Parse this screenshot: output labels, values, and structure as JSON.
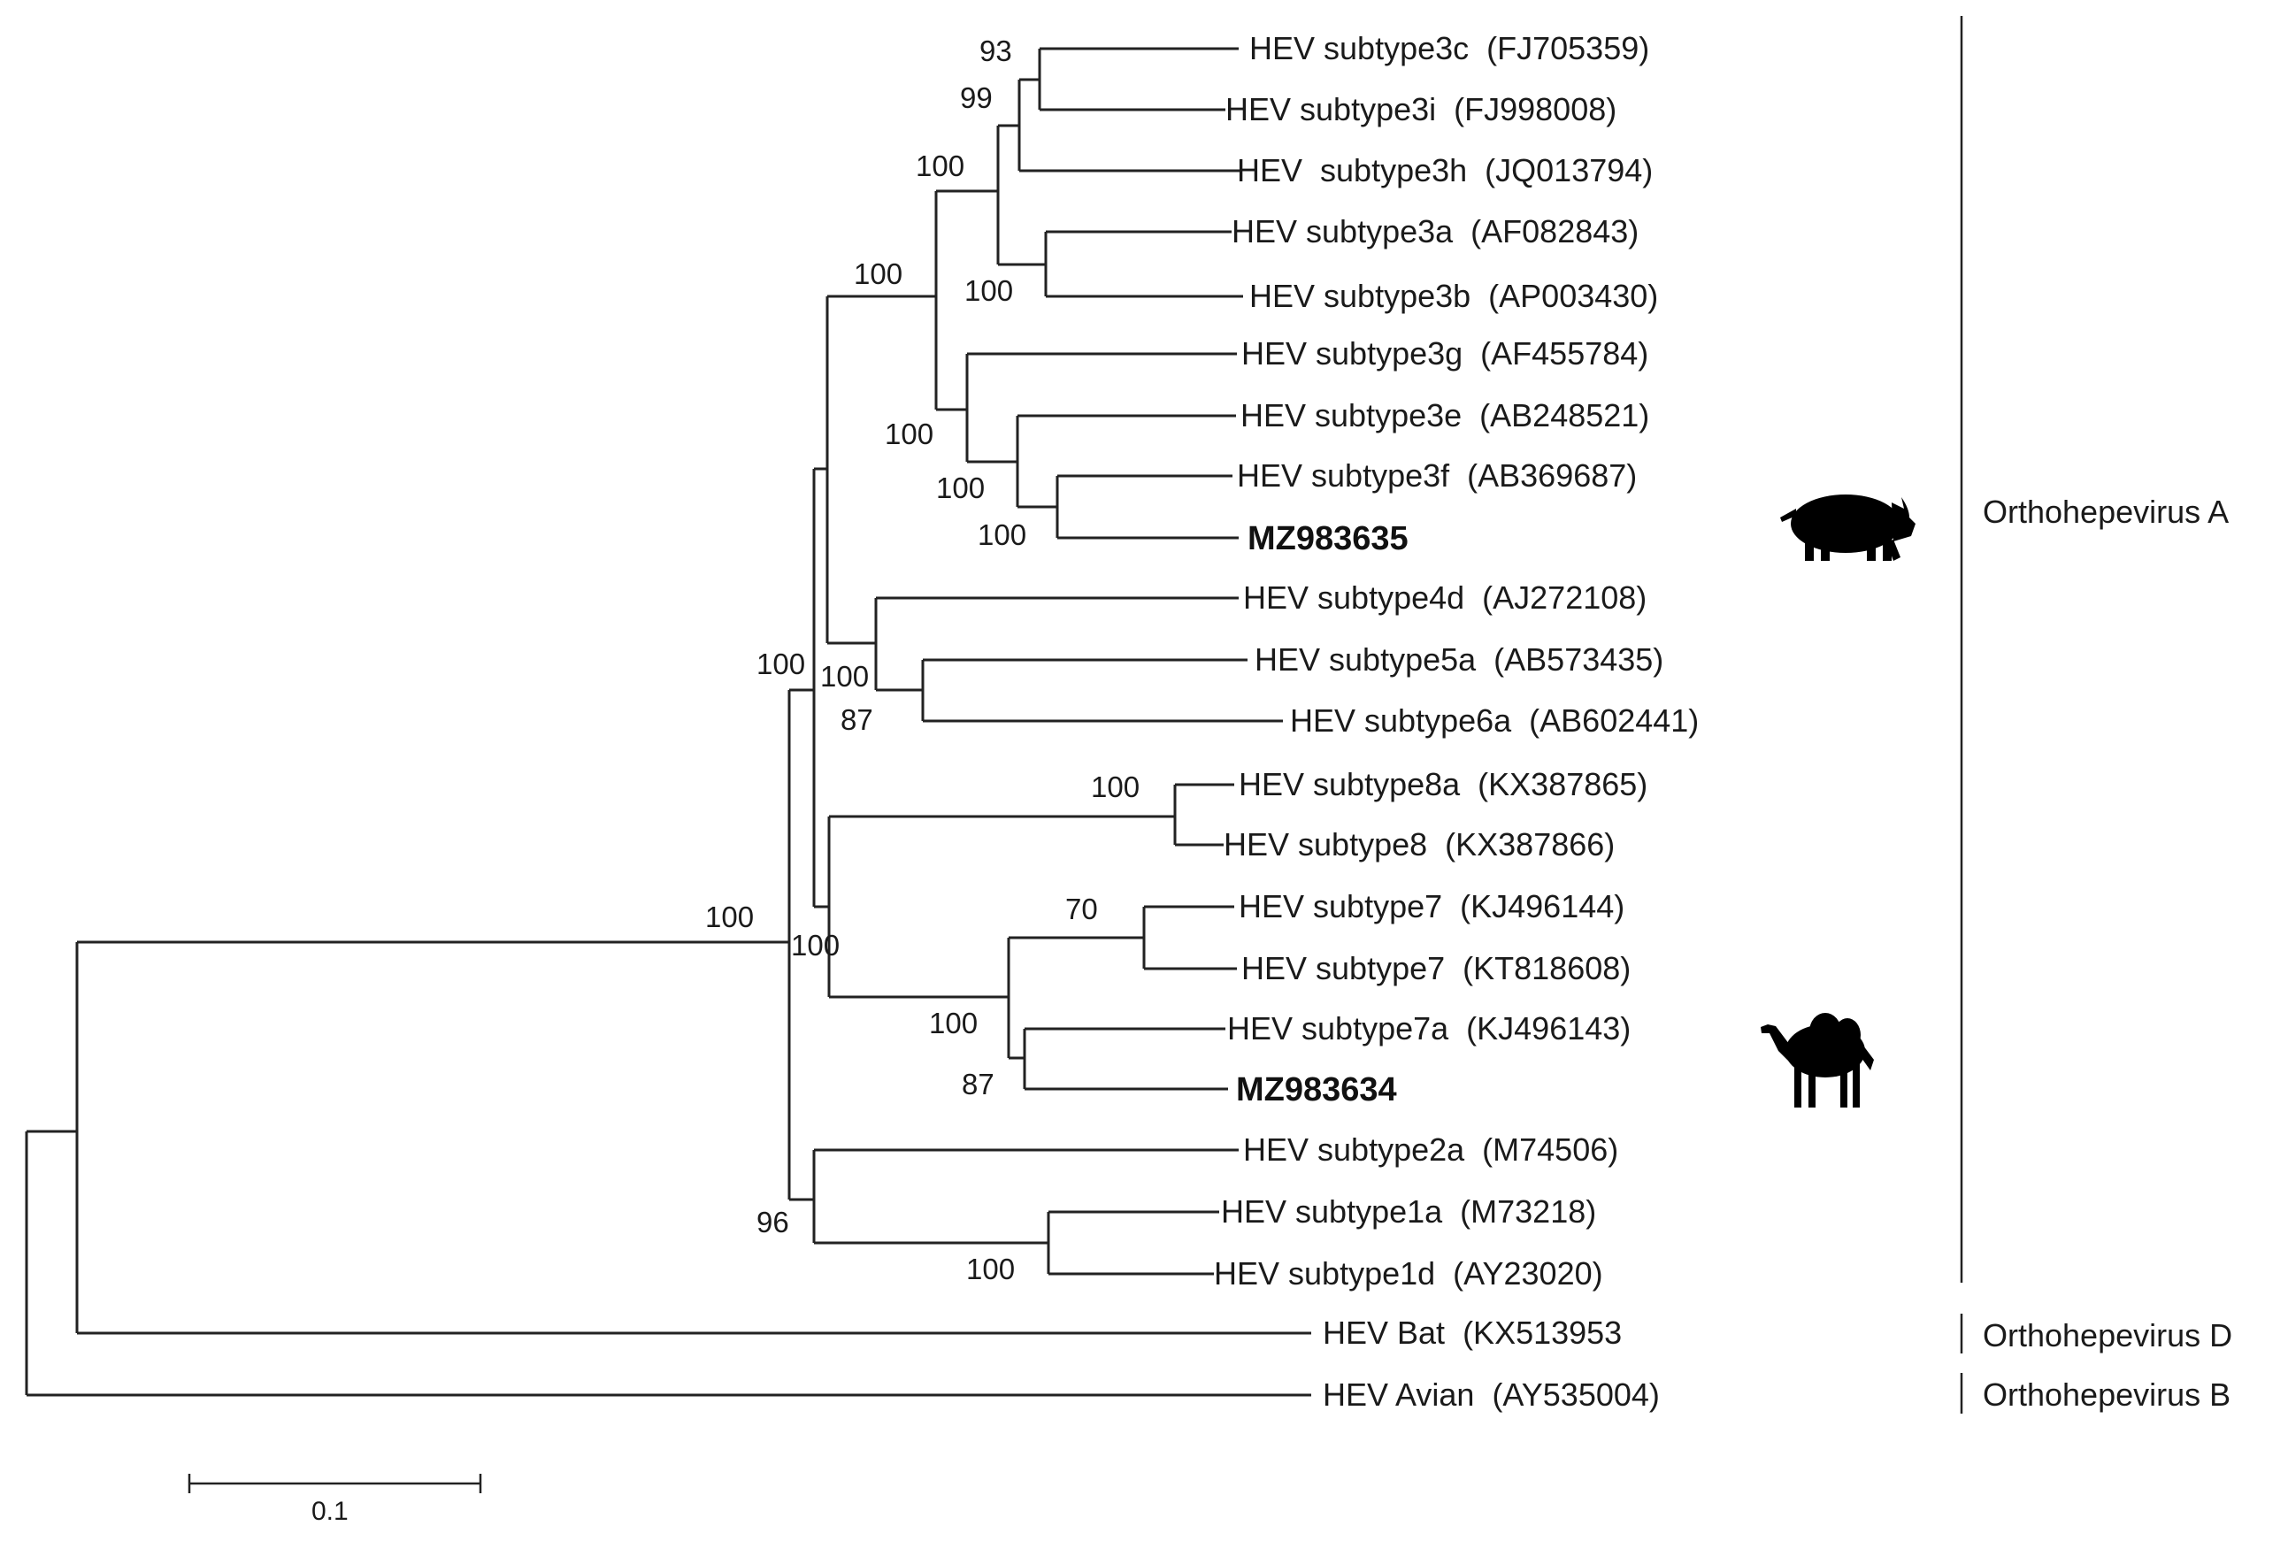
{
  "leaves": [
    {
      "id": "l1",
      "text": "HEV subtype3c  (FJ705359)"
    },
    {
      "id": "l2",
      "text": "HEV subtype3i  (FJ998008)"
    },
    {
      "id": "l3",
      "text": "HEV  subtype3h  (JQ013794)"
    },
    {
      "id": "l4",
      "text": "HEV subtype3a  (AF082843)"
    },
    {
      "id": "l5",
      "text": "HEV subtype3b  (AP003430)"
    },
    {
      "id": "l6",
      "text": "HEV subtype3g  (AF455784)"
    },
    {
      "id": "l7",
      "text": "HEV subtype3e  (AB248521)"
    },
    {
      "id": "l8",
      "text": "HEV subtype3f  (AB369687)"
    },
    {
      "id": "l9",
      "text": "MZ983635",
      "bold": true
    },
    {
      "id": "l10",
      "text": "HEV subtype4d  (AJ272108)"
    },
    {
      "id": "l11",
      "text": "HEV subtype5a  (AB573435)"
    },
    {
      "id": "l12",
      "text": "HEV subtype6a  (AB602441)"
    },
    {
      "id": "l13",
      "text": "HEV subtype8a  (KX387865)"
    },
    {
      "id": "l14",
      "text": "HEV subtype8  (KX387866)"
    },
    {
      "id": "l15",
      "text": "HEV subtype7  (KJ496144)"
    },
    {
      "id": "l16",
      "text": "HEV subtype7  (KT818608)"
    },
    {
      "id": "l17",
      "text": "HEV subtype7a  (KJ496143)"
    },
    {
      "id": "l18",
      "text": "MZ983634",
      "bold": true
    },
    {
      "id": "l19",
      "text": "HEV subtype2a  (M74506)"
    },
    {
      "id": "l20",
      "text": "HEV subtype1a  (M73218)"
    },
    {
      "id": "l21",
      "text": "HEV subtype1d  (AY23020)"
    },
    {
      "id": "l22",
      "text": "HEV Bat  (KX513953"
    },
    {
      "id": "l23",
      "text": "HEV Avian  (AY535004)"
    }
  ],
  "bootstrap": [
    {
      "id": "b93a",
      "text": "93"
    },
    {
      "id": "b99",
      "text": "99"
    },
    {
      "id": "b100a",
      "text": "100"
    },
    {
      "id": "b100b",
      "text": "100"
    },
    {
      "id": "b100c",
      "text": "100"
    },
    {
      "id": "b100d",
      "text": "100"
    },
    {
      "id": "b100e",
      "text": "100"
    },
    {
      "id": "b100f",
      "text": "100"
    },
    {
      "id": "b100g",
      "text": "100"
    },
    {
      "id": "b100h",
      "text": "100"
    },
    {
      "id": "b87a",
      "text": "87"
    },
    {
      "id": "b100i",
      "text": "100"
    },
    {
      "id": "b100j",
      "text": "100"
    },
    {
      "id": "b100k",
      "text": "100"
    },
    {
      "id": "b70",
      "text": "70"
    },
    {
      "id": "b100l",
      "text": "100"
    },
    {
      "id": "b87b",
      "text": "87"
    },
    {
      "id": "b96",
      "text": "96"
    },
    {
      "id": "b100m",
      "text": "100"
    }
  ],
  "clades": {
    "a": "Orthohepevirus A",
    "d": "Orthohepevirus D",
    "b": "Orthohepevirus B"
  },
  "scale_bar": {
    "label": "0.1"
  },
  "icons": [
    "pig-icon",
    "camel-icon"
  ],
  "colors": {
    "line": "#222222",
    "text": "#1a1a1a",
    "silhouette": "#000000"
  }
}
